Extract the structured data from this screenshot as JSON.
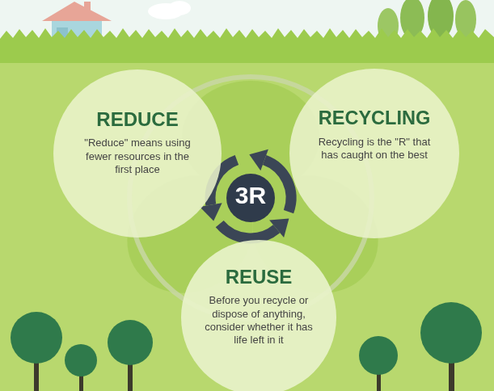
{
  "diagram": {
    "nodes": [
      {
        "text": [
          "REDUCE",
          "\"Reduce\" means using fewer resources in the first place"
        ]
      },
      {
        "text": [
          "RECYCLING",
          "Recycling is the \"R\" that has caught on the best"
        ]
      },
      {
        "text": [
          "REUSE",
          "Before you recycle or dispose of anything, consider whether it has life left in it"
        ]
      },
      {
        "text": [
          "3R"
        ]
      }
    ]
  }
}
